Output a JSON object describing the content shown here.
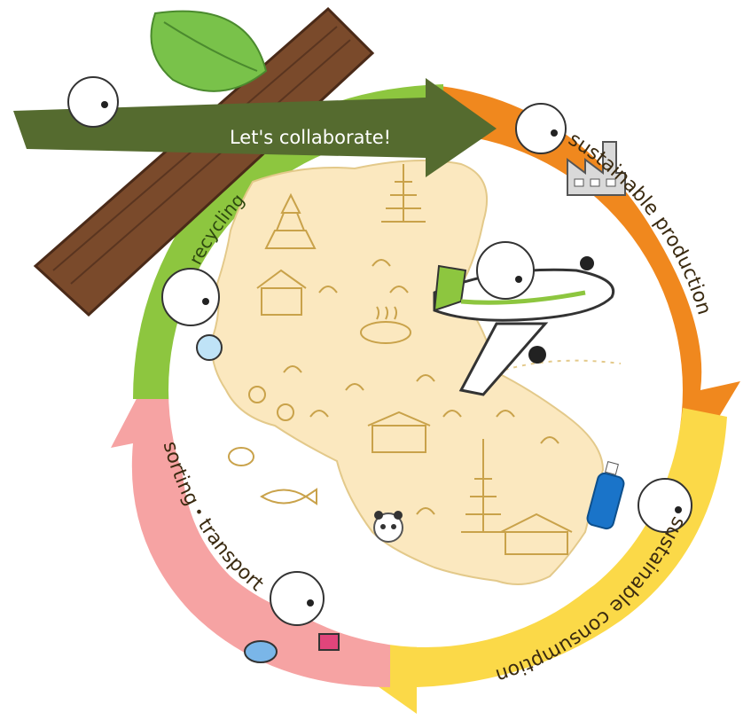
{
  "cycle": {
    "top_banner": "Let's collaborate!",
    "stages": [
      {
        "id": "production",
        "label": "sustainable production",
        "color": "#f0881e"
      },
      {
        "id": "consumption",
        "label": "sustainable consumption",
        "color": "#fbd948"
      },
      {
        "id": "sorting",
        "label": "sorting・transport",
        "color": "#f6a3a3"
      },
      {
        "id": "recycling",
        "label": "recycling",
        "color": "#8dc63f"
      }
    ]
  },
  "colors": {
    "banner": "#556b2f",
    "map_fill": "#fbe8bf",
    "map_line": "#c9a24a",
    "leaf": "#79c24a",
    "branch": "#7a4a2b"
  },
  "icons": [
    "mascot-dog-icon",
    "factory-icon",
    "airplane-icon",
    "pet-bottle-icon",
    "flask-icon",
    "pagoda-icon",
    "castle-icon",
    "panda-icon",
    "tree-branch-icon",
    "leaf-icon"
  ]
}
